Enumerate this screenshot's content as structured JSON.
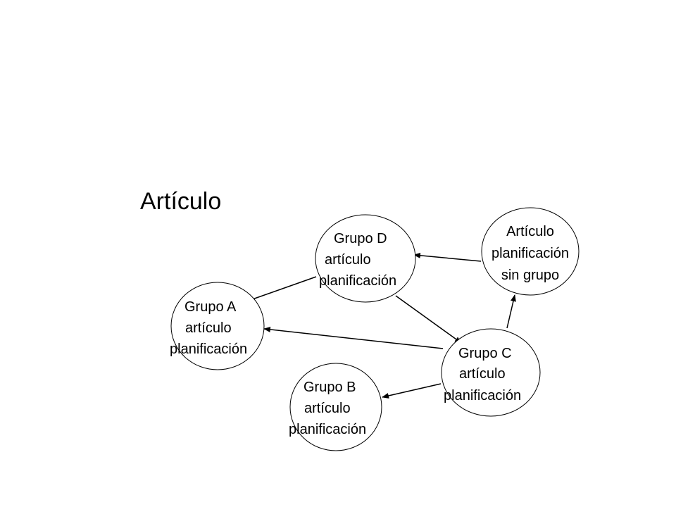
{
  "slide": {
    "title": "Artículo"
  },
  "nodes": {
    "grupo_d": {
      "lines": [
        "Grupo D",
        "artículo",
        "planificación"
      ]
    },
    "articulo_sin_grupo": {
      "lines": [
        "Artículo",
        "planificación",
        "sin grupo"
      ]
    },
    "grupo_a": {
      "lines": [
        "Grupo A",
        "artículo",
        "planificación"
      ]
    },
    "grupo_c": {
      "lines": [
        "Grupo C",
        "artículo",
        "planificación"
      ]
    },
    "grupo_b": {
      "lines": [
        "Grupo B",
        "artículo",
        "planificación"
      ]
    }
  },
  "edges": [
    {
      "from": "Artículo planificación sin grupo",
      "to": "Grupo D"
    },
    {
      "from": "Grupo D",
      "to": "Grupo A"
    },
    {
      "from": "Grupo D",
      "to": "Grupo C"
    },
    {
      "from": "Grupo C",
      "to": "Grupo A"
    },
    {
      "from": "Grupo C",
      "to": "Grupo B"
    },
    {
      "from": "Grupo C",
      "to": "Artículo planificación sin grupo"
    }
  ],
  "colors": {
    "stroke": "#000000",
    "background": "#ffffff"
  }
}
